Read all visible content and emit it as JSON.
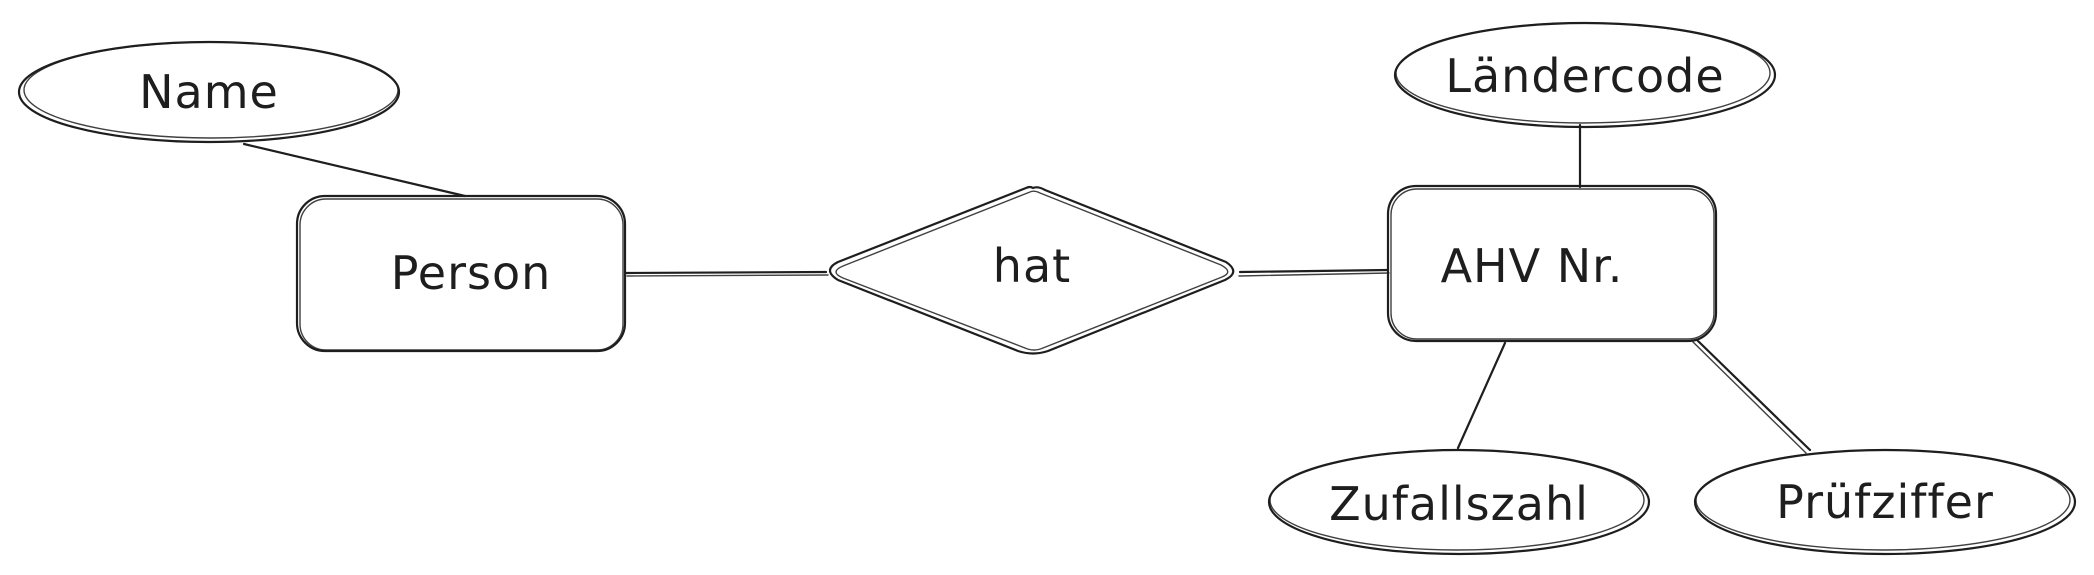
{
  "diagram": {
    "type": "er-diagram",
    "entities": {
      "person": "Person",
      "ahv": "AHV Nr."
    },
    "relationships": {
      "hat": "hat"
    },
    "attributes": {
      "name": "Name",
      "laendercode": "Ländercode",
      "zufallszahl": "Zufallszahl",
      "pruefziffer": "Prüfziffer"
    },
    "stroke_color": "#1e1e1e",
    "background_color": "#ffffff"
  }
}
